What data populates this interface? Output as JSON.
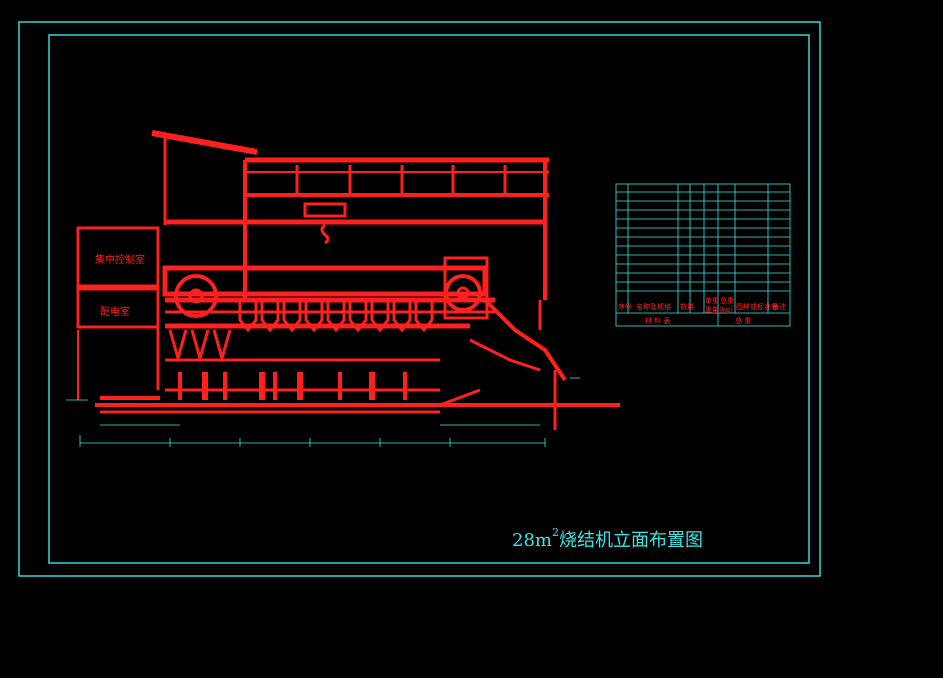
{
  "drawing": {
    "title_main": "28m",
    "title_sup": "2",
    "title_rest": "烧结机立面布置图",
    "rooms": {
      "control_room": "集中控制室",
      "power_room": "配电室"
    },
    "parts_table": {
      "footer_label": "材 料 表",
      "header_name": "名称及规格",
      "header_qty": "数量",
      "header_weight": "单重",
      "header_total": "总重",
      "header_unit": "重量(kg)",
      "header_drawing": "图样或标准号",
      "header_note": "备注",
      "header_seq": "序号",
      "footer_total": "总 重"
    }
  },
  "colors": {
    "background": "#000000",
    "frame": "#39e6e6",
    "machine": "#ff2020",
    "table_lines": "#39e6e6",
    "dims": "#39e6e6"
  }
}
